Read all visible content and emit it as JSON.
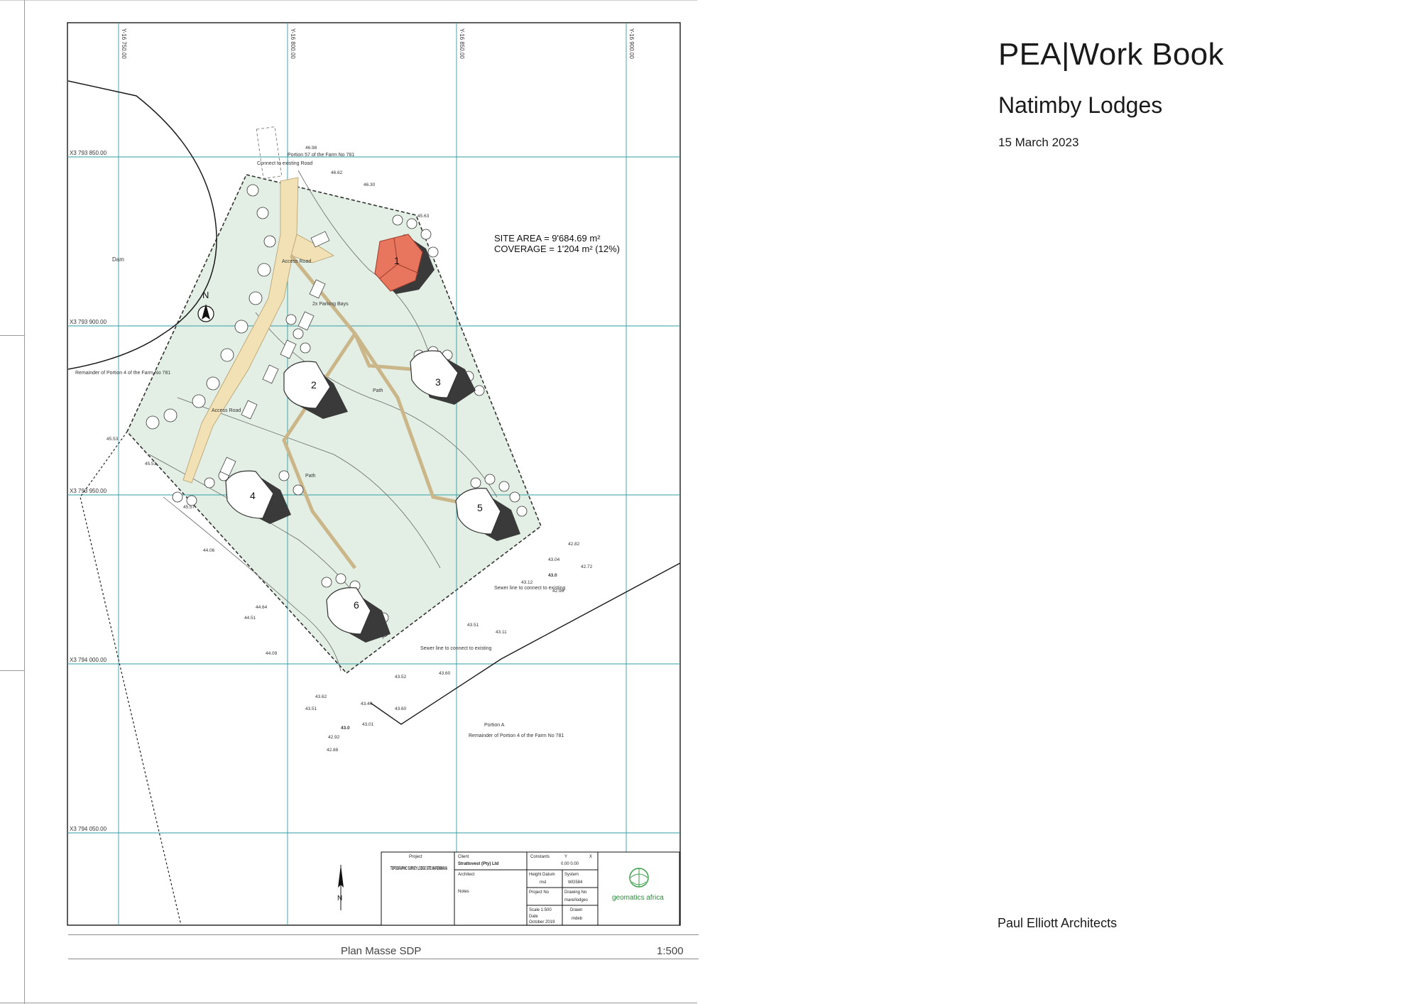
{
  "document": {
    "title": "PEA|Work Book",
    "subtitle": "Natimby Lodges",
    "date": "15 March 2023",
    "author": "Paul Elliott Architects"
  },
  "drawing": {
    "name": "Plan Masse SDP",
    "scale": "1:500",
    "site_area": "SITE AREA = 9'684.69 m²",
    "coverage": "COVERAGE = 1'204 m² (12%)",
    "north": "N",
    "grid_y_labels": [
      "Y-16 750.00",
      "Y-16 800.00",
      "Y-16 850.00",
      "Y-16 900.00"
    ],
    "grid_x_labels": [
      "X3 793 850.00",
      "X3 793 900.00",
      "X3 793 950.00",
      "X3 794 000.00",
      "X3 794 050.00"
    ],
    "lodge_numbers": [
      "1",
      "2",
      "3",
      "4",
      "5",
      "6"
    ],
    "labels": {
      "dam": "Dam",
      "portion_57": "Portion 57 of the Farm No 781",
      "remainder_left": "Remainder of Portion 4 of the Farm No 781",
      "portion_a": "Portion A",
      "remainder_bottom": "Remainder of Portion 4 of the Farm No 781",
      "connect_road": "Connect to existing Road",
      "access_road": "Access Road",
      "access_road_2": "Access Road",
      "path": "Path",
      "path_2": "Path",
      "sewer_1": "Sewer line to connect to existing",
      "sewer_2": "Sewer line to connect to existing",
      "parking": "2x Parking Bays"
    },
    "spot_levels": [
      "46.98",
      "46.62",
      "46.30",
      "45.53",
      "45.51",
      "45.63",
      "45.57",
      "44.06",
      "44.64",
      "44.51",
      "44.09",
      "43.52",
      "43.60",
      "43.62",
      "43.51",
      "43.40",
      "43.01",
      "42.92",
      "42.88",
      "43.60",
      "42.82",
      "42.72",
      "42.96",
      "43.04",
      "43.12",
      "43.51",
      "43.11",
      "43.0",
      "43.0"
    ],
    "title_block": {
      "project_label": "Project",
      "project_title": "TOPOGRAPHIC SURVEY LODGE SITE MAREMMANA",
      "client_label": "Client",
      "client": "Strattovest (Pty) Ltd",
      "architect_label": "Architect",
      "notes_label": "Notes",
      "constants_label": "Constants",
      "constants_y": "Y",
      "constants_x": "X",
      "constants_vals": "0.00      0.00",
      "height_datum_label": "Height Datum",
      "height_datum": "msl",
      "system_label": "System",
      "system": "WG584",
      "project_no_label": "Project No",
      "drawing_no_label": "Drawing No",
      "drawing_no": "mare/lodges",
      "scale_text": "Scale 1:500",
      "drawn_label": "Drawn",
      "date_label": "Date",
      "date": "October 2019",
      "drawn_by": "mdeb",
      "company": "geomatics africa"
    }
  }
}
